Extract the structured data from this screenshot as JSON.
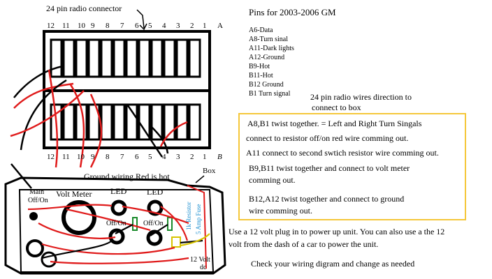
{
  "connector": {
    "title": "24 pin radio connector",
    "top_numbers": [
      "12",
      "11",
      "10",
      "9",
      "8",
      "7",
      "6",
      "5",
      "4",
      "3",
      "2",
      "1"
    ],
    "top_row_letter": "A",
    "bottom_numbers": [
      "12",
      "11",
      "10",
      "9",
      "8",
      "7",
      "6",
      "5",
      "4",
      "3",
      "2",
      "1"
    ],
    "bottom_row_letter": "B"
  },
  "pins": {
    "title": "Pins for 2003-2006 GM",
    "list": [
      "A6-Data",
      "A8-Turn sinal",
      "A11-Dark lights",
      "A12-Ground",
      "B9-Hot",
      "B11-Hot",
      "B12 Ground",
      "B1 Turn signal"
    ]
  },
  "direction_note": [
    "24 pin radio wires direction to",
    "connect to box"
  ],
  "instructions": [
    "A8,B1 twist together. = Left and Right Turn Singals",
    "connect to  resistor off/on red wire comming out.",
    "A11 connect to second swtich  resistor wire comming out.",
    "B9,B11 twist together and connect to volt meter",
    "comming out.",
    "B12,A12 twist together and connect to ground",
    "wire comming out."
  ],
  "wiring_note": "Ground wiring  Red is hot",
  "box_label": "Box",
  "box": {
    "main_switch": [
      "Main",
      "Off/On"
    ],
    "volt_meter": "Volt Meter",
    "led1": "LED",
    "led2": "LED",
    "switch1": "Off/On",
    "switch2": "Off/On",
    "resistor": "1k Resistor",
    "fuse": "5 Amp Fuse",
    "volt12": [
      "12 Volt",
      "dc"
    ]
  },
  "power_note": [
    "Use a 12 volt  plug in to power up unit. You can also use a the 12",
    "volt from the dash of a car to power the unit."
  ],
  "check_note": "Check your wiring digram and change as needed"
}
